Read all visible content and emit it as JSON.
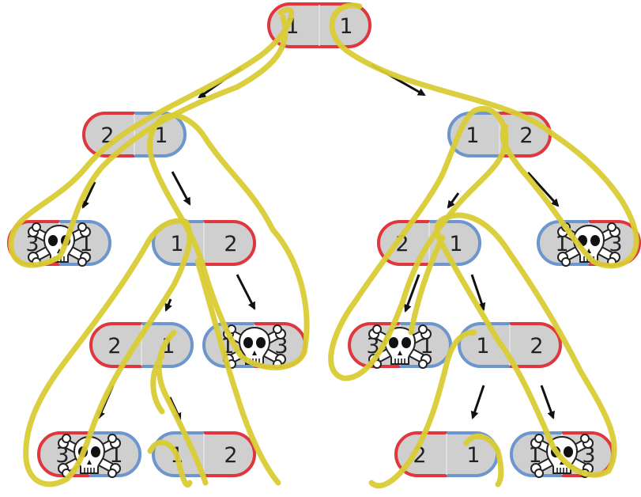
{
  "nodes": [
    {
      "id": "n1",
      "left": "1",
      "right": "1",
      "left_color": "#e0363e",
      "right_color": "#e0363e",
      "dead": false
    },
    {
      "id": "n2",
      "left": "2",
      "right": "1",
      "left_color": "#e0363e",
      "right_color": "#6d96cf",
      "dead": false
    },
    {
      "id": "n3",
      "left": "1",
      "right": "2",
      "left_color": "#6d96cf",
      "right_color": "#e0363e",
      "dead": false
    },
    {
      "id": "n4",
      "left": "3",
      "right": "1",
      "left_color": "#e0363e",
      "right_color": "#6d96cf",
      "dead": true
    },
    {
      "id": "n5",
      "left": "1",
      "right": "2",
      "left_color": "#6d96cf",
      "right_color": "#e0363e",
      "dead": false
    },
    {
      "id": "n6",
      "left": "2",
      "right": "1",
      "left_color": "#e0363e",
      "right_color": "#6d96cf",
      "dead": false
    },
    {
      "id": "n7",
      "left": "1",
      "right": "3",
      "left_color": "#6d96cf",
      "right_color": "#e0363e",
      "dead": true
    },
    {
      "id": "n8",
      "left": "2",
      "right": "1",
      "left_color": "#e0363e",
      "right_color": "#6d96cf",
      "dead": false
    },
    {
      "id": "n9",
      "left": "1",
      "right": "3",
      "left_color": "#6d96cf",
      "right_color": "#e0363e",
      "dead": true
    },
    {
      "id": "n10",
      "left": "3",
      "right": "1",
      "left_color": "#e0363e",
      "right_color": "#6d96cf",
      "dead": true
    },
    {
      "id": "n11",
      "left": "1",
      "right": "2",
      "left_color": "#6d96cf",
      "right_color": "#e0363e",
      "dead": false
    },
    {
      "id": "n12",
      "left": "3",
      "right": "1",
      "left_color": "#e0363e",
      "right_color": "#6d96cf",
      "dead": true
    },
    {
      "id": "n13",
      "left": "1",
      "right": "2",
      "left_color": "#6d96cf",
      "right_color": "#e0363e",
      "dead": false
    },
    {
      "id": "n14",
      "left": "2",
      "right": "1",
      "left_color": "#e0363e",
      "right_color": "#6d96cf",
      "dead": false
    },
    {
      "id": "n15",
      "left": "1",
      "right": "3",
      "left_color": "#6d96cf",
      "right_color": "#e0363e",
      "dead": true
    }
  ],
  "highlight_color": "#d9cc35"
}
